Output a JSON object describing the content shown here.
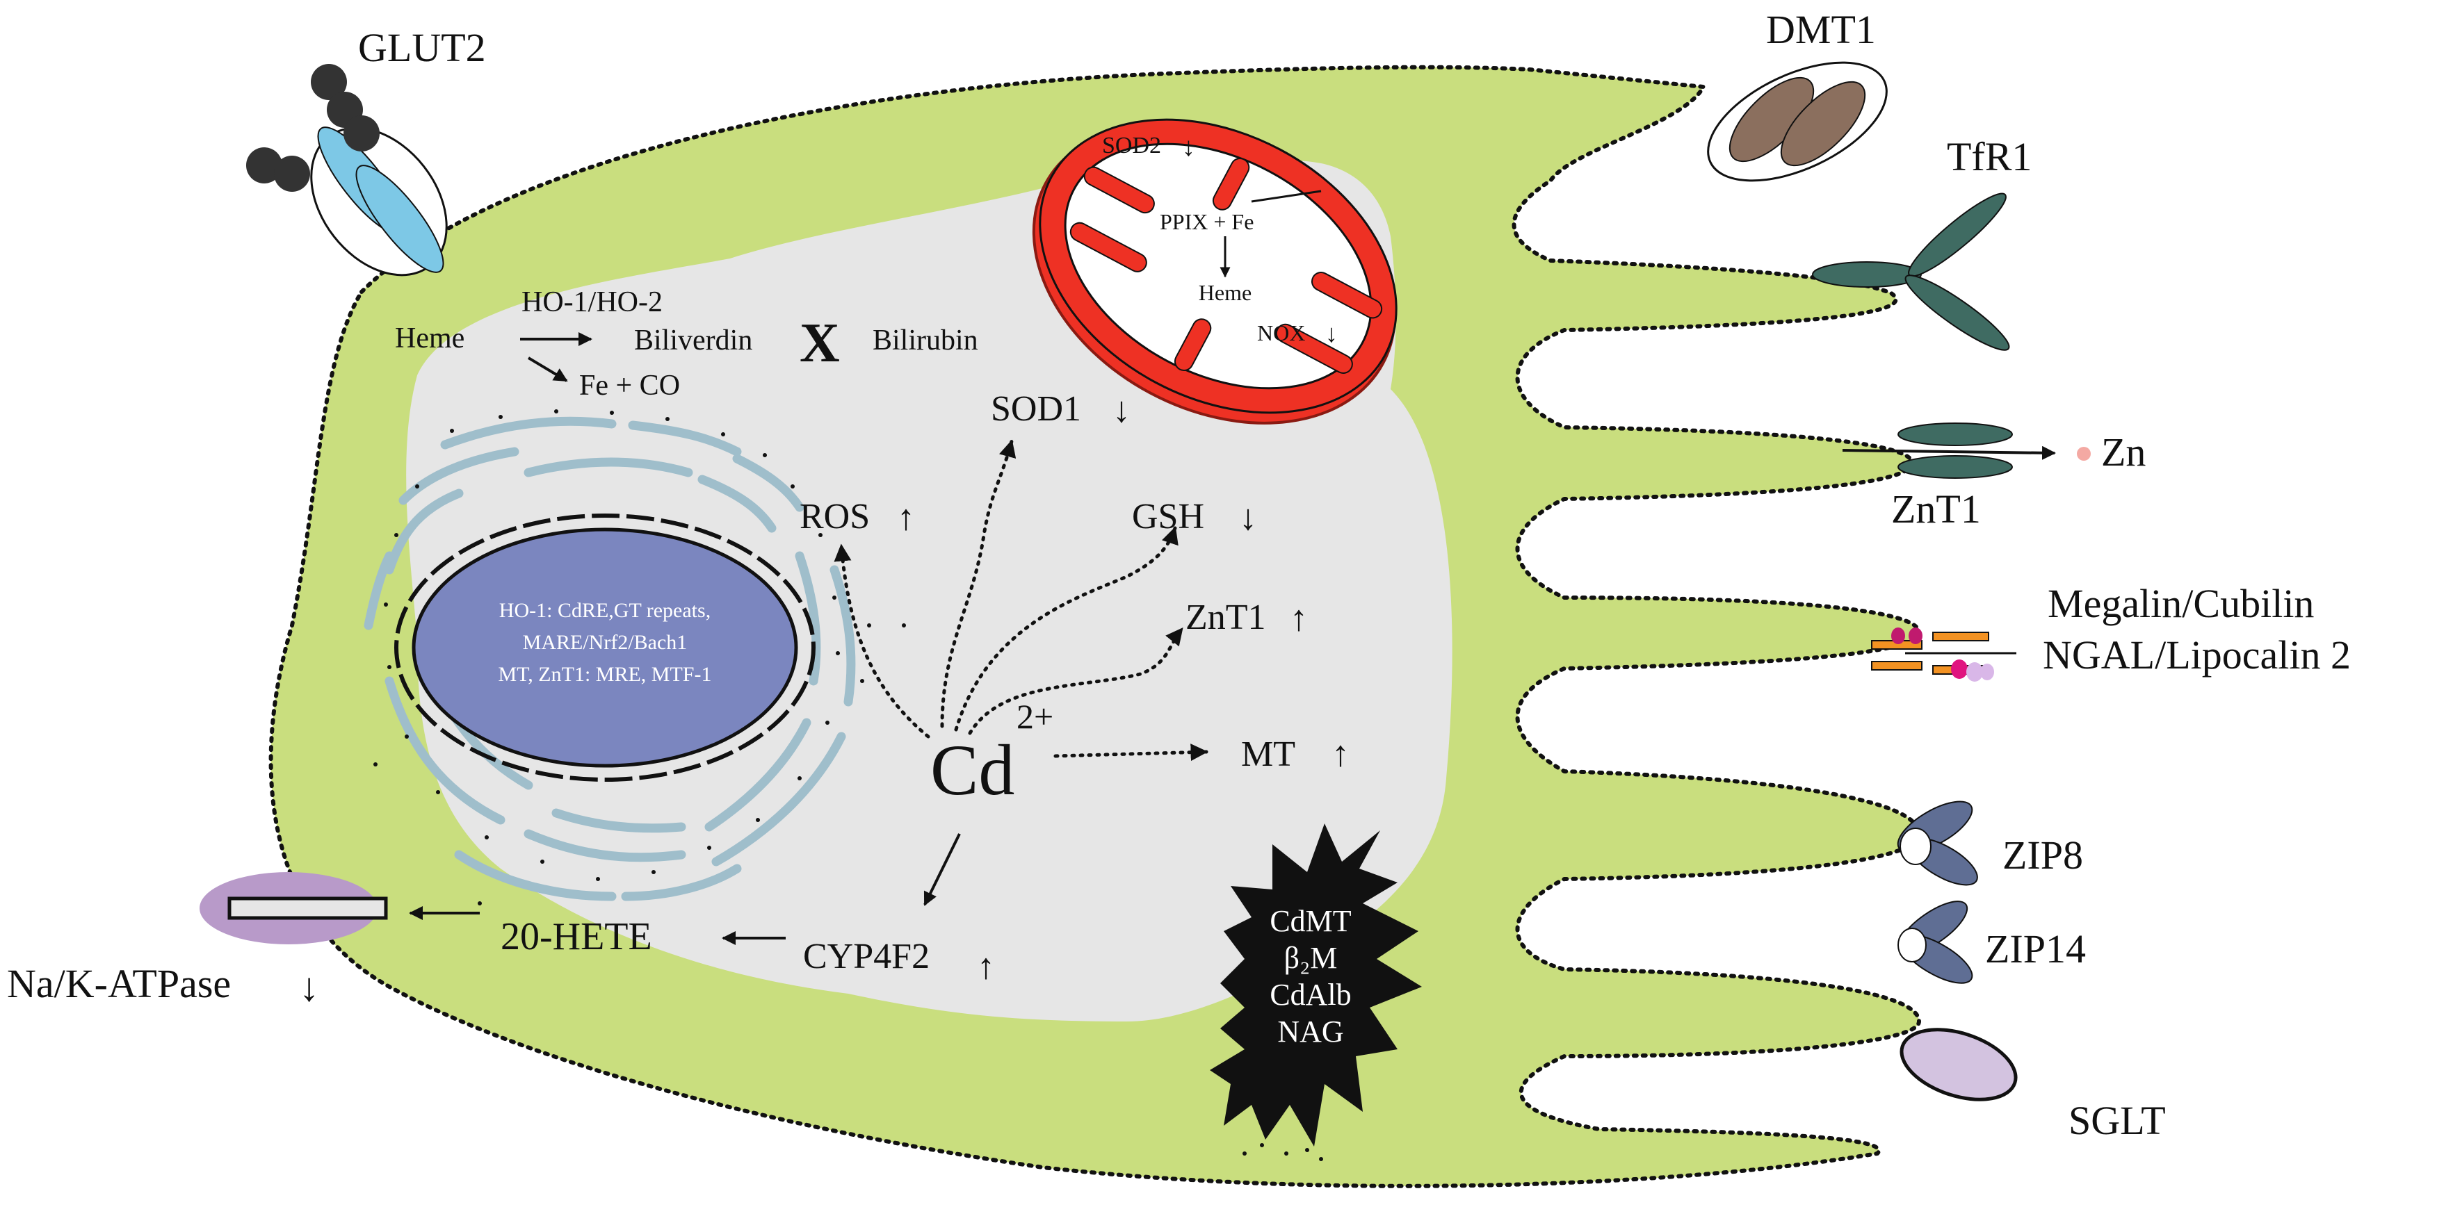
{
  "colors": {
    "cell_green": "#c9de7e",
    "cytoplasm_gray": "#e6e6e6",
    "mito_red": "#ee3124",
    "nucleus_blue": "#7b86bf",
    "er_blue": "#9fbecb",
    "glut_blue": "#7dc8e6",
    "dmt_brown": "#8b6f5e",
    "tfr_green": "#3f6b62",
    "zip_blue": "#5f6e94",
    "sglt_lilac": "#d3c3e0",
    "atpase_lilac": "#b89ac9",
    "zn_pink": "#f4a9a3"
  },
  "labels": {
    "glut2": "GLUT2",
    "dmt1": "DMT1",
    "tfr1": "TfR1",
    "zn": "Zn",
    "znt1_membrane": "ZnT1",
    "megalin": "Megalin/Cubilin",
    "ngal": "NGAL/Lipocalin 2",
    "zip8": "ZIP8",
    "zip14": "ZIP14",
    "sglt": "SGLT",
    "na_k_atpase": "Na/K-ATPase",
    "arrow_down": "↓",
    "arrow_up": "↑"
  },
  "heme_pathway": {
    "heme": "Heme",
    "enzymes": "HO-1/HO-2",
    "biliverdin": "Biliverdin",
    "block": "X",
    "bilirubin": "Bilirubin",
    "products": "Fe + CO"
  },
  "mitochondrion": {
    "sod2": "SOD2",
    "ppix": "PPIX + Fe",
    "heme": "Heme",
    "nox": "NOX"
  },
  "nucleus": {
    "line1": "HO-1: CdRE,GT repeats,",
    "line2": "MARE/Nrf2/Bach1",
    "line3": "MT, ZnT1: MRE, MTF-1"
  },
  "cytoplasm": {
    "cd": "Cd",
    "cd_charge": "2+",
    "ros": "ROS",
    "sod1": "SOD1",
    "gsh": "GSH",
    "znt1": "ZnT1",
    "mt": "MT",
    "cyp4f2": "CYP4F2",
    "hete": "20-HETE"
  },
  "urine_markers": {
    "line1": "CdMT",
    "line2": "β₂M",
    "line3": "CdAlb",
    "line4": "NAG"
  }
}
